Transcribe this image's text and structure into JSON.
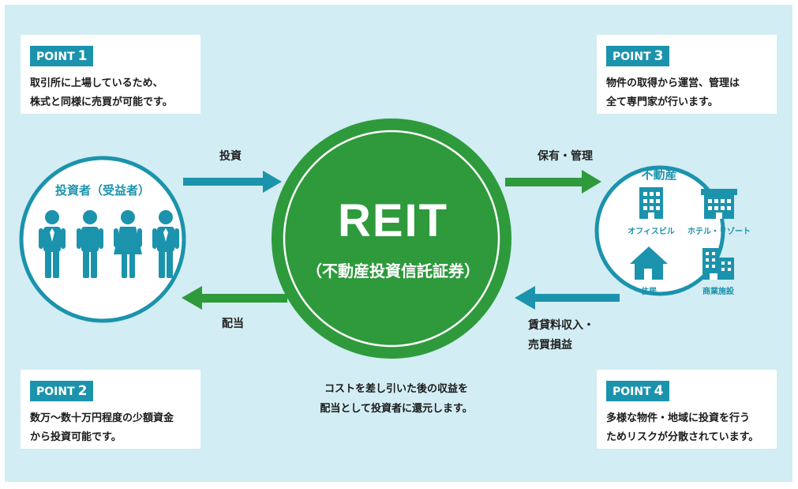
{
  "points": [
    {
      "badge": "POINT",
      "num": "1",
      "text": "取引所に上場しているため、\n株式と同様に売買が可能です。"
    },
    {
      "badge": "POINT",
      "num": "2",
      "text": "数万～数十万円程度の少額資金\nから投資可能です。"
    },
    {
      "badge": "POINT",
      "num": "3",
      "text": "物件の取得から運営、管理は\n全て専門家が行います。"
    },
    {
      "badge": "POINT",
      "num": "4",
      "text": "多様な物件・地域に投資を行う\nためリスクが分散されています。"
    }
  ],
  "reit": {
    "title": "REIT",
    "subtitle": "（不動産投資信託証券）"
  },
  "investors": {
    "title": "投資者（受益者）"
  },
  "real_estate": {
    "title": "不動産",
    "items": [
      {
        "label": "オフィスビル",
        "icon": "office-building-icon"
      },
      {
        "label": "ホテル・リゾート",
        "icon": "hotel-icon"
      },
      {
        "label": "住居",
        "icon": "house-icon"
      },
      {
        "label": "商業施設",
        "icon": "commercial-facility-icon"
      }
    ]
  },
  "flows": {
    "invest": "投資",
    "dividend": "配当",
    "hold_manage": "保有・管理",
    "income": "賃貸料収入・\n売買損益"
  },
  "note": "コストを差し引いた後の収益を\n配当として投資者に還元します。",
  "colors": {
    "teal": "#1b93ad",
    "green": "#2e9a3c",
    "background": "#d2edf3"
  }
}
